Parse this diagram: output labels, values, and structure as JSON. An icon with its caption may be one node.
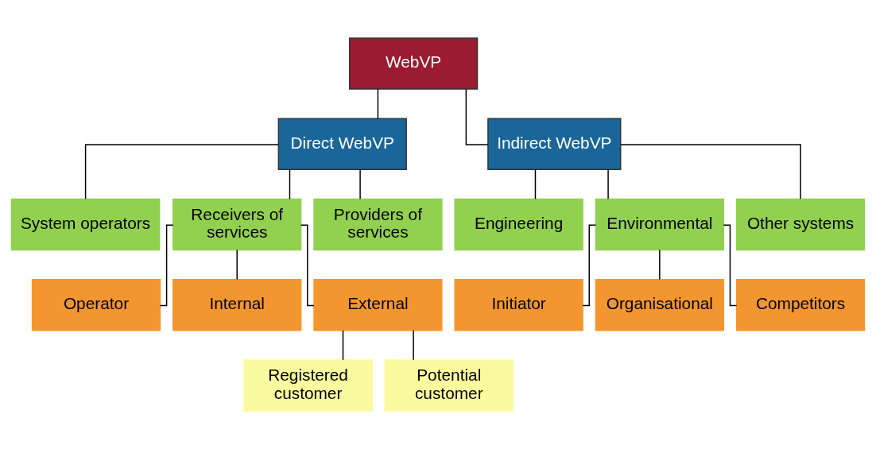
{
  "diagram": {
    "nodes": [
      {
        "text": [
          "WebVP"
        ]
      },
      {
        "text": [
          "Direct WebVP"
        ]
      },
      {
        "text": [
          "Indirect WebVP"
        ]
      },
      {
        "text": [
          "System operators"
        ]
      },
      {
        "text": [
          "Receivers of services"
        ]
      },
      {
        "text": [
          "Providers of services"
        ]
      },
      {
        "text": [
          "Engineering"
        ]
      },
      {
        "text": [
          "Environmental"
        ]
      },
      {
        "text": [
          "Other systems"
        ]
      },
      {
        "text": [
          "Operator"
        ]
      },
      {
        "text": [
          "Internal"
        ]
      },
      {
        "text": [
          "External"
        ]
      },
      {
        "text": [
          "Registered customer"
        ]
      },
      {
        "text": [
          "Potential customer"
        ]
      },
      {
        "text": [
          "Initiator"
        ]
      },
      {
        "text": [
          "Organisational"
        ]
      },
      {
        "text": [
          "Competitors"
        ]
      }
    ],
    "edges": [
      {
        "from": 0,
        "to": 1,
        "arrow": "none"
      },
      {
        "from": 0,
        "to": 2,
        "arrow": "none"
      },
      {
        "from": 1,
        "to": 3,
        "arrow": "none"
      },
      {
        "from": 1,
        "to": 4,
        "arrow": "none"
      },
      {
        "from": 1,
        "to": 5,
        "arrow": "none"
      },
      {
        "from": 2,
        "to": 6,
        "arrow": "none"
      },
      {
        "from": 2,
        "to": 7,
        "arrow": "none"
      },
      {
        "from": 2,
        "to": 8,
        "arrow": "none"
      },
      {
        "from": 4,
        "to": 9,
        "arrow": "none"
      },
      {
        "from": 4,
        "to": 10,
        "arrow": "none"
      },
      {
        "from": 4,
        "to": 11,
        "arrow": "none"
      },
      {
        "from": 11,
        "to": 12,
        "arrow": "none"
      },
      {
        "from": 11,
        "to": 13,
        "arrow": "none"
      },
      {
        "from": 7,
        "to": 14,
        "arrow": "none"
      },
      {
        "from": 7,
        "to": 15,
        "arrow": "none"
      },
      {
        "from": 7,
        "to": 16,
        "arrow": "none"
      }
    ]
  }
}
